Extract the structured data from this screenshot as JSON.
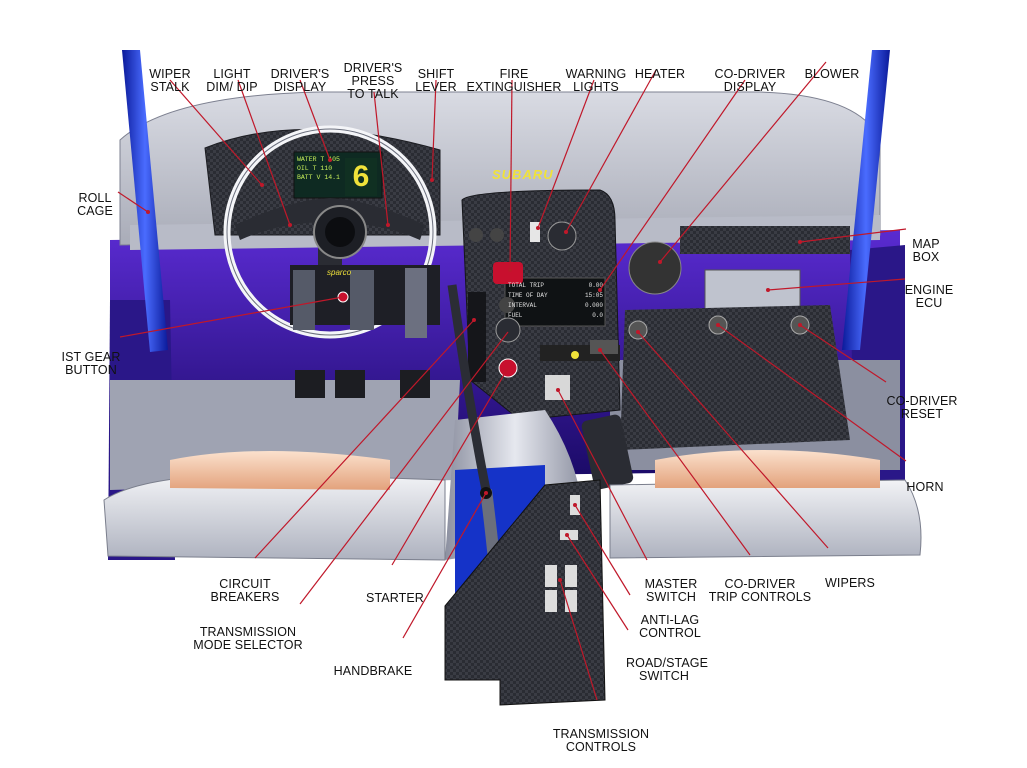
{
  "labels": {
    "wiper_stalk": [
      "WIPER",
      "STALK"
    ],
    "light_dim_dip": [
      "LIGHT",
      "DIM/ DIP"
    ],
    "drivers_display": [
      "DRIVER'S",
      "DISPLAY"
    ],
    "drivers_press_to_talk": [
      "DRIVER'S",
      "PRESS",
      "TO TALK"
    ],
    "shift_lever": [
      "SHIFT",
      "LEVER"
    ],
    "fire_extinguisher": [
      "FIRE",
      "EXTINGUISHER"
    ],
    "warning_lights": [
      "WARNING",
      "LIGHTS"
    ],
    "heater": [
      "HEATER"
    ],
    "co_driver_display": [
      "CO-DRIVER",
      "DISPLAY"
    ],
    "blower": [
      "BLOWER"
    ],
    "roll_cage": [
      "ROLL",
      "CAGE"
    ],
    "map_box": [
      "MAP",
      "BOX"
    ],
    "engine_ecu": [
      "ENGINE",
      "ECU"
    ],
    "first_gear_button": [
      "IST GEAR",
      "BUTTON"
    ],
    "co_driver_reset": [
      "CO-DRIVER",
      "RESET"
    ],
    "horn": [
      "HORN"
    ],
    "circuit_breakers": [
      "CIRCUIT",
      "BREAKERS"
    ],
    "starter": [
      "STARTER"
    ],
    "transmission_mode_selector": [
      "TRANSMISSION",
      "MODE SELECTOR"
    ],
    "handbrake": [
      "HANDBRAKE"
    ],
    "master_switch": [
      "MASTER",
      "SWITCH"
    ],
    "co_driver_trip_controls": [
      "CO-DRIVER",
      "TRIP CONTROLS"
    ],
    "wipers": [
      "WIPERS"
    ],
    "anti_lag_control": [
      "ANTI-LAG",
      "CONTROL"
    ],
    "road_stage_switch": [
      "ROAD/STAGE",
      "SWITCH"
    ],
    "transmission_controls": [
      "TRANSMISSION",
      "CONTROLS"
    ]
  },
  "dash": {
    "brand": "SUBARU",
    "wheel_brand": "sparco"
  },
  "drivers_display": {
    "rows": [
      {
        "name": "WATER T",
        "value": "105"
      },
      {
        "name": "OIL T",
        "value": "110"
      },
      {
        "name": "BATT V",
        "value": "14.1"
      }
    ],
    "gear": "6"
  },
  "co_driver_display": {
    "rows": [
      {
        "name": "TOTAL TRIP",
        "value": "0.00"
      },
      {
        "name": "TIME OF DAY",
        "value": "15:05"
      },
      {
        "name": "INTERVAL",
        "value": "0.000"
      },
      {
        "name": "FUEL",
        "value": "0.0"
      }
    ]
  },
  "colors": {
    "leader_line": "#c0182a",
    "roll_cage": "#2a3fd0",
    "dash_grey": "#c9ccd6",
    "carbon": "#3b3d45",
    "display_green": "#c8f05a",
    "gear_yellow": "#f0e23a",
    "seat": "#f4c7a6"
  }
}
